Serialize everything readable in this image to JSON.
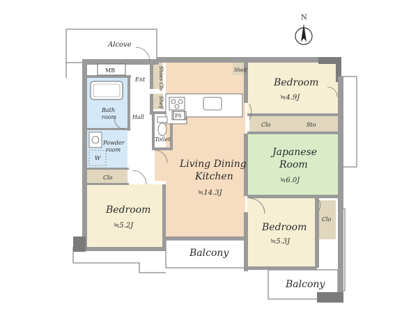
{
  "compass": {
    "label": "N"
  },
  "rooms": {
    "alcove": "Alcove",
    "mb": "MB",
    "ent": "Ent",
    "shoes_clo": "Shoes Clo",
    "shelf_ent": "Shelf",
    "bath": "Bath room",
    "hall": "Hall",
    "ps": "PS",
    "toilet": "Toilet",
    "powder": "Powder room",
    "w": "W",
    "clo_left": "Clo",
    "bedroom_left": {
      "name": "Bedroom",
      "size": "≒5.2J"
    },
    "ldk": {
      "name": "Living Dining Kitchen",
      "size": "≒14.3J"
    },
    "shelf_ldk": "Shelf",
    "bedroom_top": {
      "name": "Bedroom",
      "size": "≒4.9J"
    },
    "clo_top": "Clo",
    "sto": "Sto",
    "japanese": {
      "name": "Japanese Room",
      "size": "≒6.0J"
    },
    "bedroom_right": {
      "name": "Bedroom",
      "size": "≒5.3J"
    },
    "clo_right": "Clo",
    "balcony_center": "Balcony",
    "balcony_right": "Balcony"
  },
  "colors": {
    "ldk_floor": "#f6dcc0",
    "bedroom_floor": "#f6efd3",
    "japanese_floor": "#d9ecc7",
    "bath_floor": "#d4e8f7",
    "utility_floor": "#ffffff",
    "closet_floor": "#e0d7bd",
    "wall": "#9a9a9a"
  }
}
